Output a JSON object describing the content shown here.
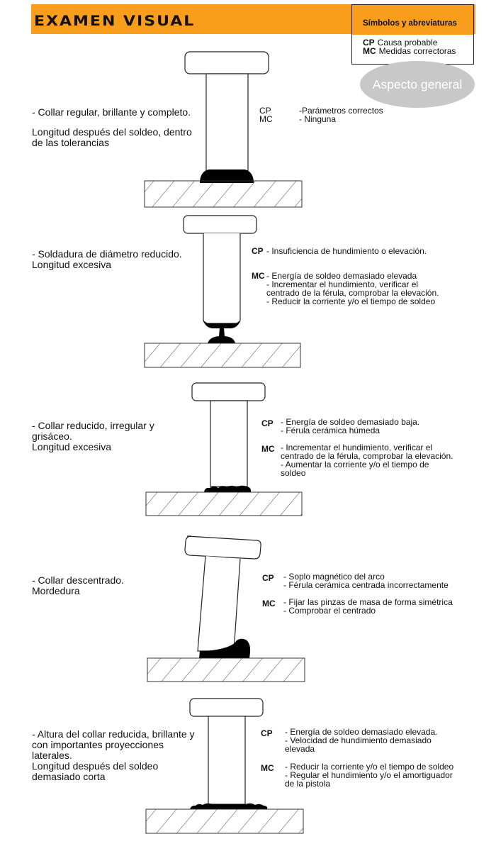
{
  "header": {
    "title": "EXAMEN VISUAL",
    "accent_color": "#f99d1c"
  },
  "legend": {
    "title": "Símbolos y abreviaturas",
    "items": [
      {
        "abbr": "CP",
        "text": "Causa probable"
      },
      {
        "abbr": "MC",
        "text": "Medidas correctoras"
      }
    ]
  },
  "section_badge": "Aspecto general",
  "cases": [
    {
      "description": [
        "- Collar regular, brillante y completo."
      ],
      "description2": [
        "Longitud después del soldeo, dentro",
        "de las tolerancias"
      ],
      "cp_label": "CP",
      "cp": [
        "-Parámetros correctos"
      ],
      "mc_label": "MC",
      "mc": [
        "- Ninguna"
      ]
    },
    {
      "description": [
        "- Soldadura de diámetro reducido.",
        "Longitud excesiva"
      ],
      "cp_label": "CP",
      "cp": [
        "- Insuficiencia de hundimiento o elevación."
      ],
      "mc_label": "MC",
      "mc": [
        "- Energía de soldeo demasiado elevada",
        "- Incrementar el hundimiento, verificar el",
        "centrado de la férula, comprobar la elevación.",
        "- Reducir la corriente y/o el tiempo de soldeo"
      ]
    },
    {
      "description": [
        "- Collar reducido, irregular y",
        "grisáceo.",
        "Longitud excesiva"
      ],
      "cp_label": "CP",
      "cp": [
        "- Energía de soldeo demasiado baja.",
        "- Férula cerámica húmeda"
      ],
      "mc_label": "MC",
      "mc": [
        "- Incrementar el hundimiento, verificar el",
        "centrado de la férula, comprobar la elevación.",
        "- Aumentar la corriente y/o el tiempo de",
        "soldeo"
      ]
    },
    {
      "description": [
        "- Collar descentrado.",
        "Mordedura"
      ],
      "cp_label": "CP",
      "cp": [
        "- Soplo magnético del arco",
        "- Férula cerámica centrada incorrectamente"
      ],
      "mc_label": "MC",
      "mc": [
        "- Fijar las pinzas de masa de forma simétrica",
        "- Comprobar el centrado"
      ]
    },
    {
      "description": [
        "- Altura del collar reducida, brillante y",
        "con importantes proyecciones",
        "laterales.",
        "Longitud después del soldeo",
        "demasiado corta"
      ],
      "cp_label": "CP",
      "cp": [
        "- Energía de soldeo demasiado elevada.",
        "- Velocidad de hundimiento demasiado",
        "elevada"
      ],
      "mc_label": "MC",
      "mc": [
        "- Reducir la corriente y/o el tiempo de soldeo",
        "- Regular el hundimiento y/o el amortiguador",
        "de la pistola"
      ]
    }
  ]
}
